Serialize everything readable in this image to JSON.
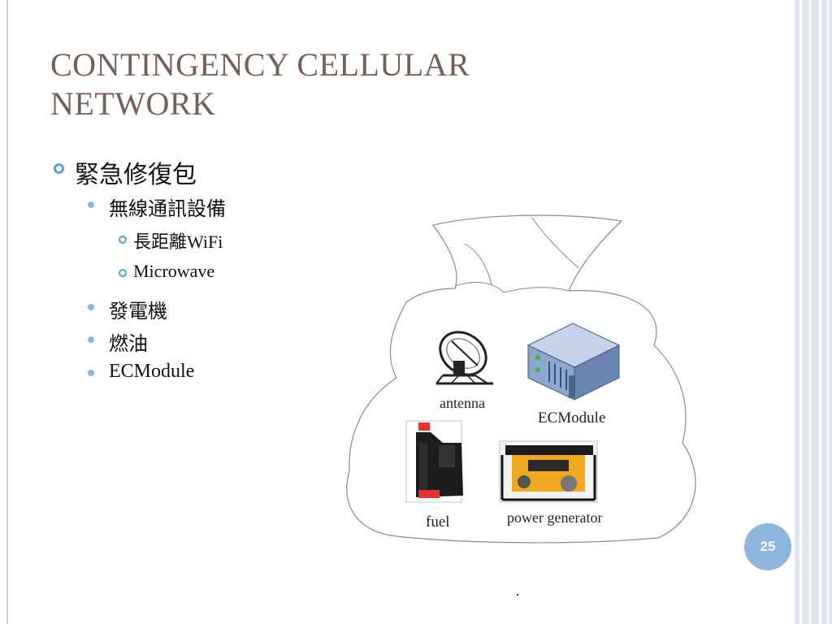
{
  "slide": {
    "title_line1": "CONTINGENCY CELLULAR",
    "title_line2": "NETWORK",
    "bullets": {
      "l1": "緊急修復包",
      "l2a": "無線通訊設備",
      "l3a": "長距離WiFi",
      "l3b": "Microwave",
      "l2b": "發電機",
      "l2c": "燃油",
      "l2d": "ECModule"
    },
    "figure": {
      "antenna_label": "antenna",
      "ecmodule_label": "ECModule",
      "fuel_label": "fuel",
      "generator_label": "power generator"
    },
    "page_number": "25"
  },
  "colors": {
    "title": "#775f55",
    "bullet_ring": "#5aa0d4",
    "bullet_dot": "#8fb6de",
    "page_badge": "#8fb5dc",
    "side_band": "#dde6f0"
  },
  "icons": [
    "satellite-dish-icon",
    "server-rack-icon",
    "fuel-jug-icon",
    "generator-icon"
  ]
}
